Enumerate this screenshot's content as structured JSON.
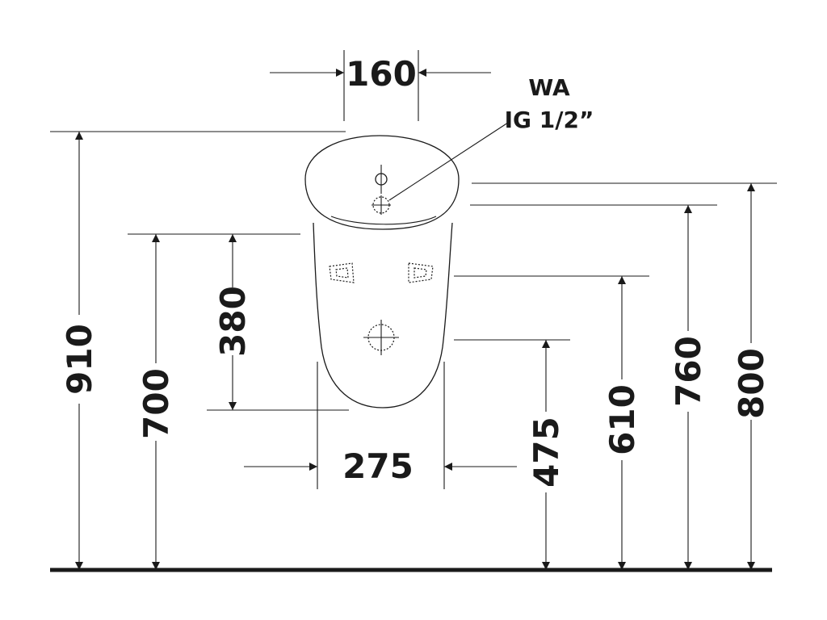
{
  "drawing": {
    "connection_label": {
      "line1": "WA",
      "line2": "IG 1/2”"
    },
    "dimensions": {
      "top_width": "160",
      "bottom_width": "275",
      "height_910": "910",
      "height_700": "700",
      "height_380": "380",
      "height_475": "475",
      "height_610": "610",
      "height_760": "760",
      "height_800": "800"
    }
  }
}
